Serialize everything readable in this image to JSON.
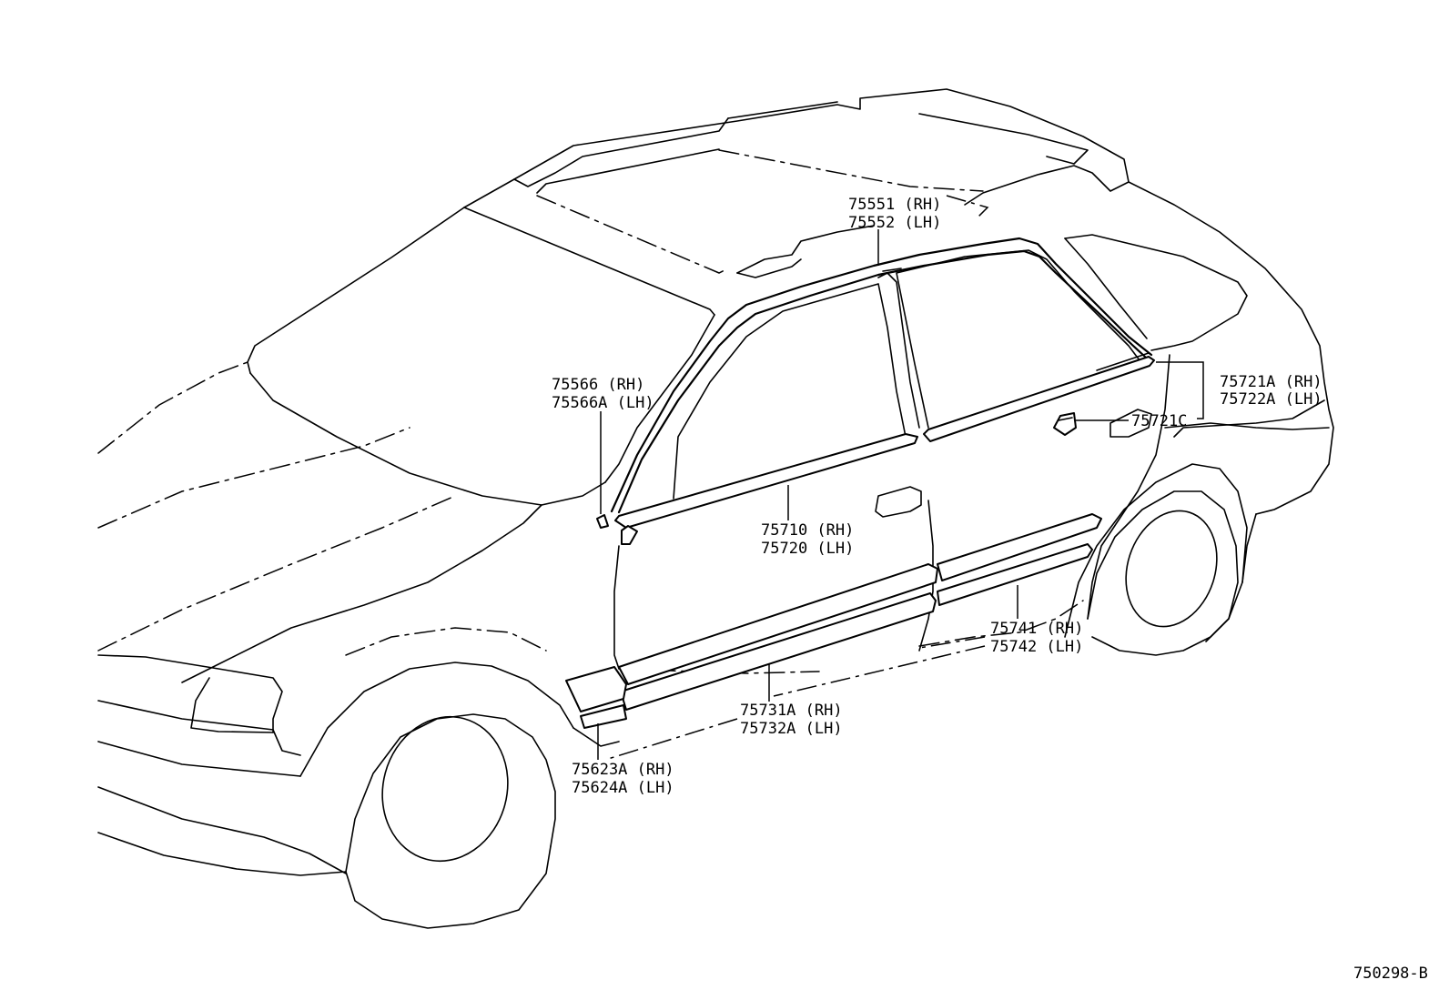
{
  "labels": {
    "roof_molding_rh": "75551 (RH)",
    "roof_molding_lh": "75552 (LH)",
    "pillar_cover_rh": "75566  (RH)",
    "pillar_cover_lh": "75566A (LH)",
    "belt_molding_front_rh": "75710 (RH)",
    "belt_molding_front_lh": "75720 (LH)",
    "belt_molding_rear_rh": "75721A (RH)",
    "belt_molding_rear_lh": "75722A (LH)",
    "clip": "75721C",
    "rear_door_molding_rh": "75741 (RH)",
    "rear_door_molding_lh": "75742 (LH)",
    "front_door_molding_rh": "75731A (RH)",
    "front_door_molding_lh": "75732A (LH)",
    "fender_molding_rh": "75623A (RH)",
    "fender_molding_lh": "75624A (LH)",
    "diagram_number": "750298-B"
  }
}
